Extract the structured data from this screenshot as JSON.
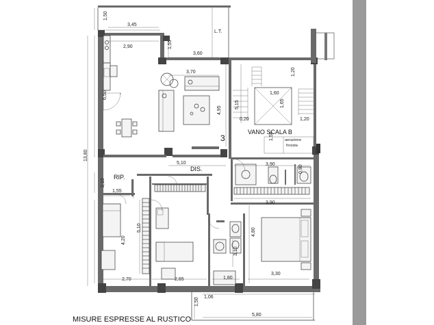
{
  "labels": {
    "lt": "L.T.",
    "vano_scala": "VANO SCALA B",
    "aerazione_1": "aerazione",
    "aerazione_2": "forzata",
    "apartment_number": "3",
    "dis": "DIS.",
    "rip": "RIP.",
    "caption": "MISURE ESPRESSE AL RUSTICO"
  },
  "dimensions": {
    "d_1_50_top": "1,50",
    "d_3_45": "3,45",
    "d_2_90": "2,90",
    "d_1_55_top": "1,55",
    "d_3_60": "3,60",
    "d_3_70": "3,70",
    "d_6_50": "6,50",
    "d_4_95": "4,95",
    "d_5_15": "5,15",
    "d_1_20_top": "1,20",
    "d_1_60": "1,60",
    "d_1_65": "1,65",
    "d_0_20": "0,20",
    "d_1_20_mid": "1,20",
    "d_1_50_stair": "1,50",
    "d_13_80": "13,80",
    "d_5_10_dis": "5,10",
    "d_3_90_top": "3,90",
    "d_0_90": "0,90",
    "d_2_10": "2,10",
    "d_1_55_rip": "1,55",
    "d_3_90_bot": "3,90",
    "d_5_10_room": "5,10",
    "d_4_20": "4,20",
    "d_4_80": "4,80",
    "d_3_10": "3,10",
    "d_2_70": "2,70",
    "d_2_65": "2,65",
    "d_1_80": "1,80",
    "d_3_30": "3,30",
    "d_1_06": "1,06",
    "d_1_50_bot": "1,50",
    "d_5_80": "5,80"
  }
}
